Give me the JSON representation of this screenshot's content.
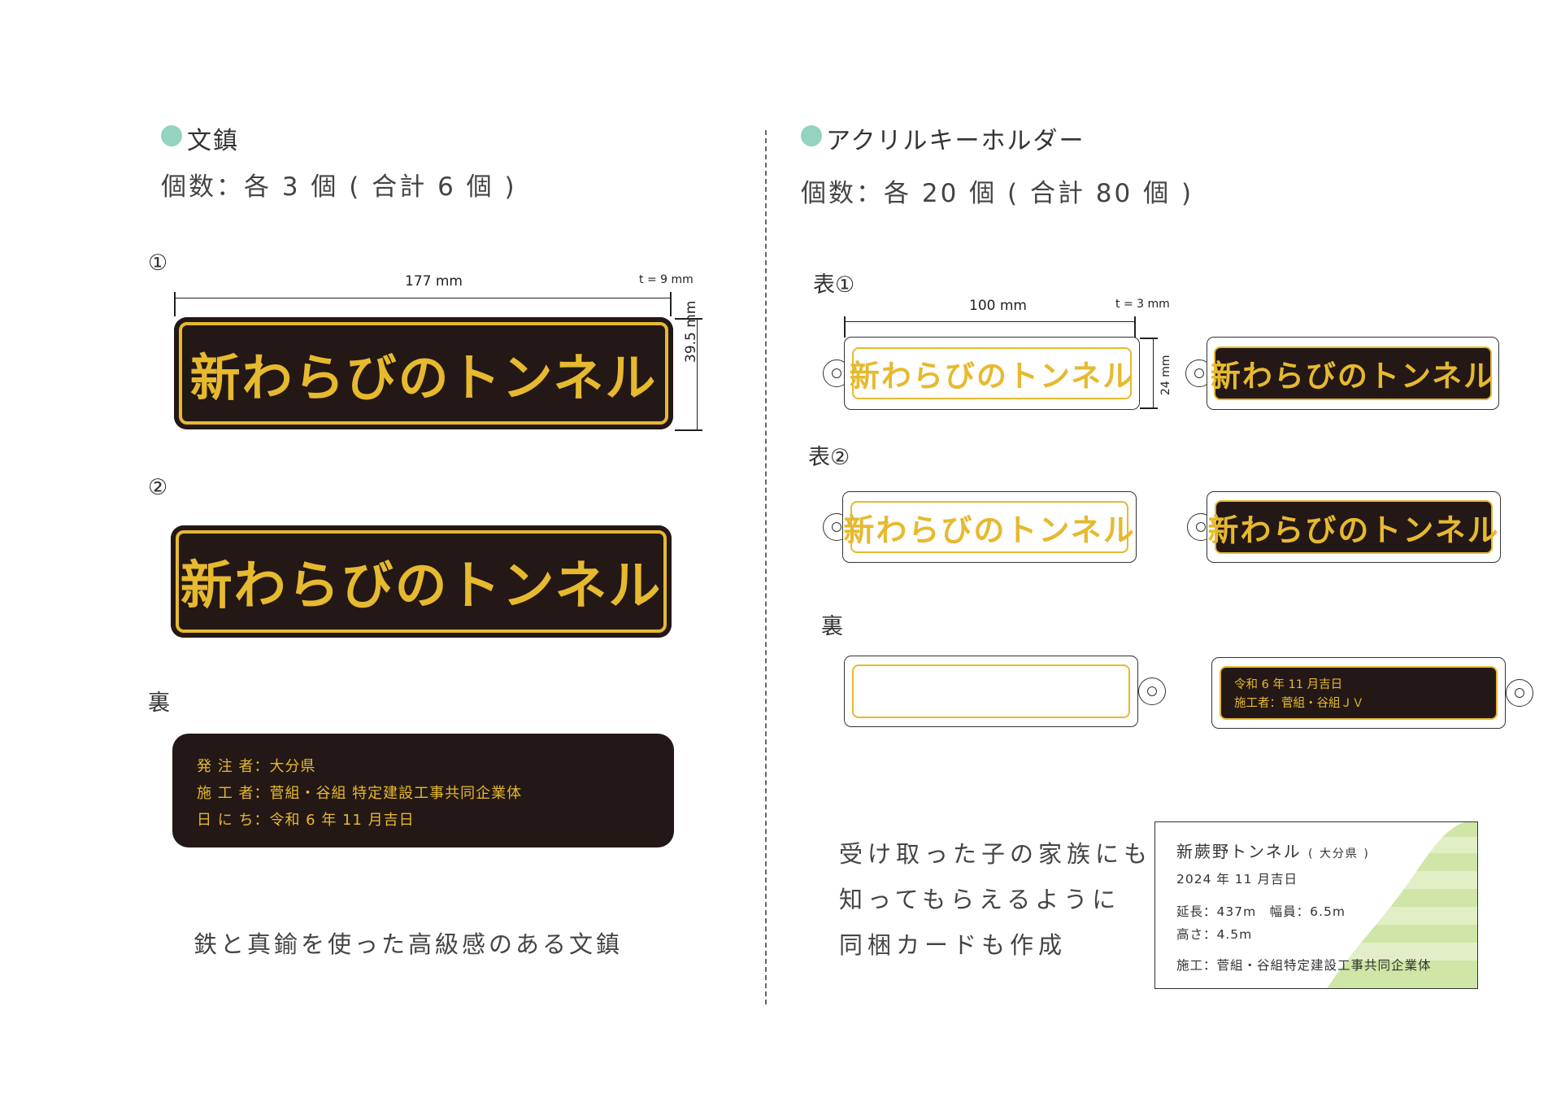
{
  "left": {
    "title": "文鎮",
    "count": "個数：各 3 個 ( 合計 6 個 )",
    "item1_label": "①",
    "item2_label": "②",
    "back_label": "裏",
    "width_dim": "177 mm",
    "thickness_dim": "t = 9 mm",
    "height_dim": "39.5 mm",
    "plate_text": "新わらびのトンネル",
    "back_lines": [
      "発 注 者：大分県",
      "施 工 者：菅組・谷組 特定建設工事共同企業体",
      "日 に ち：令和 6 年 11 月吉日"
    ],
    "caption": "鉄と真鍮を使った高級感のある文鎮"
  },
  "right": {
    "title": "アクリルキーホルダー",
    "count": "個数：各 20 個 ( 合計 80 個 )",
    "front1_label": "表①",
    "front2_label": "表②",
    "back_label": "裏",
    "width_dim": "100 mm",
    "thickness_dim": "t = 3 mm",
    "height_dim": "24 mm",
    "plate_text": "新わらびのトンネル",
    "back_lines": [
      "令和 6 年 11 月吉日",
      "施工者：菅組・谷組ＪＶ"
    ],
    "caption_lines": [
      "受け取った子の家族にも",
      "知ってもらえるように",
      "同梱カードも作成"
    ]
  },
  "card": {
    "title": "新蕨野トンネル",
    "title_sub": "( 大分県 )",
    "date": "2024 年 11 月吉日",
    "spec1": "延長：437m　幅員：6.5m",
    "spec2": "高さ：4.5m",
    "builder": "施工：菅組・谷組特定建設工事共同企業体"
  },
  "colors": {
    "gold": "#e6b92f",
    "dark": "#231815",
    "mint": "#93d3bf",
    "green": "#cfe6a6"
  }
}
